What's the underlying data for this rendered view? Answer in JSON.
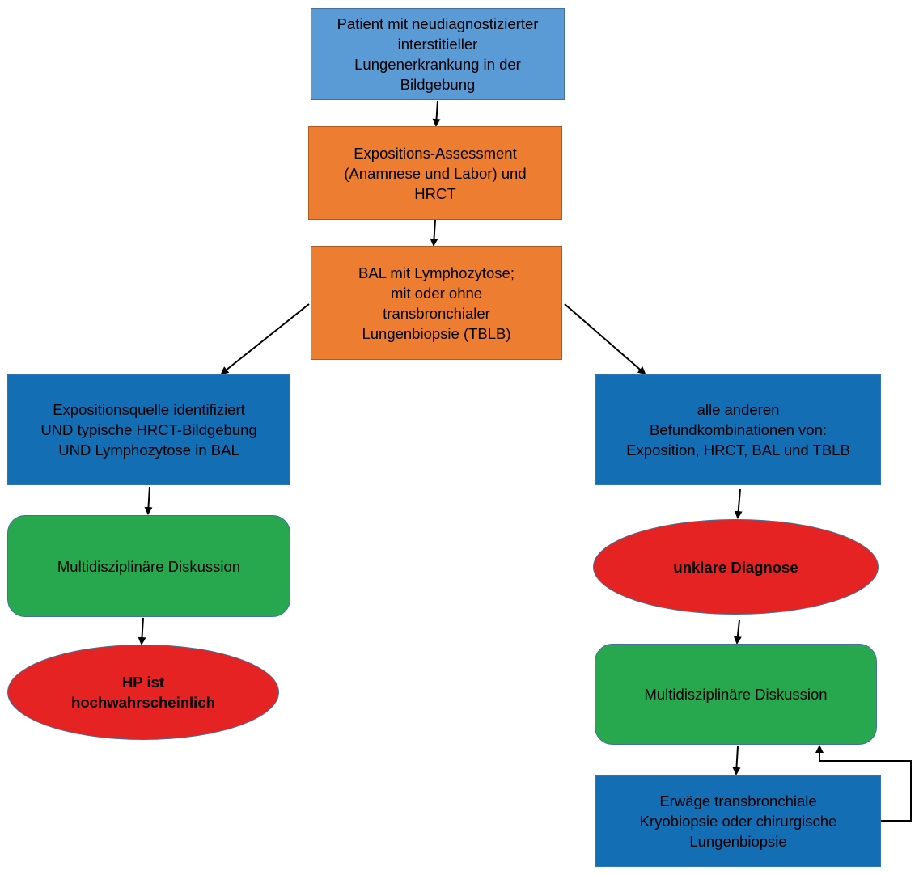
{
  "diagram": {
    "nodes": {
      "start": {
        "text": "Patient mit neudiagnostizierter\ninterstitieller\nLungenerkrankung in der\nBildgebung",
        "color": "#5b9bd5"
      },
      "exposure": {
        "text": "Expositions-Assessment\n(Anamnese und Labor) und\nHRCT",
        "color": "#ed7d31"
      },
      "bal": {
        "text": "BAL mit Lymphozytose;\nmit oder ohne\ntransbronchialer\nLungenbiopsie (TBLB)",
        "color": "#ed7d31"
      },
      "left_criteria": {
        "text": "Expositionsquelle identifiziert\nUND typische HRCT-Bildgebung\nUND Lymphozytose in BAL",
        "color": "#146eb4"
      },
      "left_mdd": {
        "text": "Multidisziplinäre Diskussion",
        "color": "#27a84f"
      },
      "left_result": {
        "text": "HP ist\nhochwahrscheinlich",
        "color": "#e52323"
      },
      "right_criteria": {
        "text": "alle anderen\nBefundkombinationen von:\nExposition, HRCT, BAL und TBLB",
        "color": "#146eb4"
      },
      "right_unclear": {
        "text": "unklare Diagnose",
        "color": "#e52323"
      },
      "right_mdd": {
        "text": "Multidisziplinäre Diskussion",
        "color": "#27a84f"
      },
      "right_biopsy": {
        "text": "Erwäge transbronchiale\nKryobiopsie oder chirurgische\nLungenbiopsie",
        "color": "#146eb4"
      }
    },
    "edges": [
      {
        "from": "start",
        "to": "exposure"
      },
      {
        "from": "exposure",
        "to": "bal"
      },
      {
        "from": "bal",
        "to": "left_criteria"
      },
      {
        "from": "bal",
        "to": "right_criteria"
      },
      {
        "from": "left_criteria",
        "to": "left_mdd"
      },
      {
        "from": "left_mdd",
        "to": "left_result"
      },
      {
        "from": "right_criteria",
        "to": "right_unclear"
      },
      {
        "from": "right_unclear",
        "to": "right_mdd"
      },
      {
        "from": "right_mdd",
        "to": "right_biopsy"
      },
      {
        "from": "right_biopsy",
        "to": "right_mdd",
        "type": "feedback-loop"
      }
    ]
  }
}
